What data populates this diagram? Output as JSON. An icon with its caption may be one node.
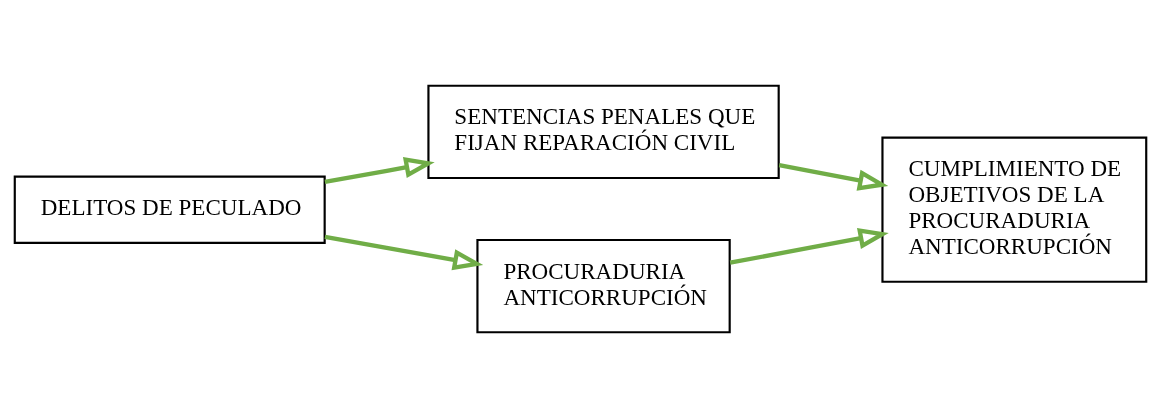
{
  "diagram": {
    "nodes": [
      {
        "text": [
          "DELITOS DE PECULADO"
        ]
      },
      {
        "text": [
          "SENTENCIAS PENALES QUE FIJAN REPARACIÓN CIVIL"
        ]
      },
      {
        "text": [
          "PROCURADURIA ANTICORRUPCIÓN"
        ]
      },
      {
        "text": [
          "CUMPLIMIENTO DE OBJETIVOS DE LA PROCURADURIA ANTICORRUPCIÓN"
        ]
      }
    ],
    "edges": [
      {
        "from": 0,
        "to": 1,
        "arrow": "to"
      },
      {
        "from": 1,
        "to": 3,
        "arrow": "to"
      },
      {
        "from": 0,
        "to": 2,
        "arrow": "to"
      },
      {
        "from": 2,
        "to": 3,
        "arrow": "to"
      }
    ]
  }
}
